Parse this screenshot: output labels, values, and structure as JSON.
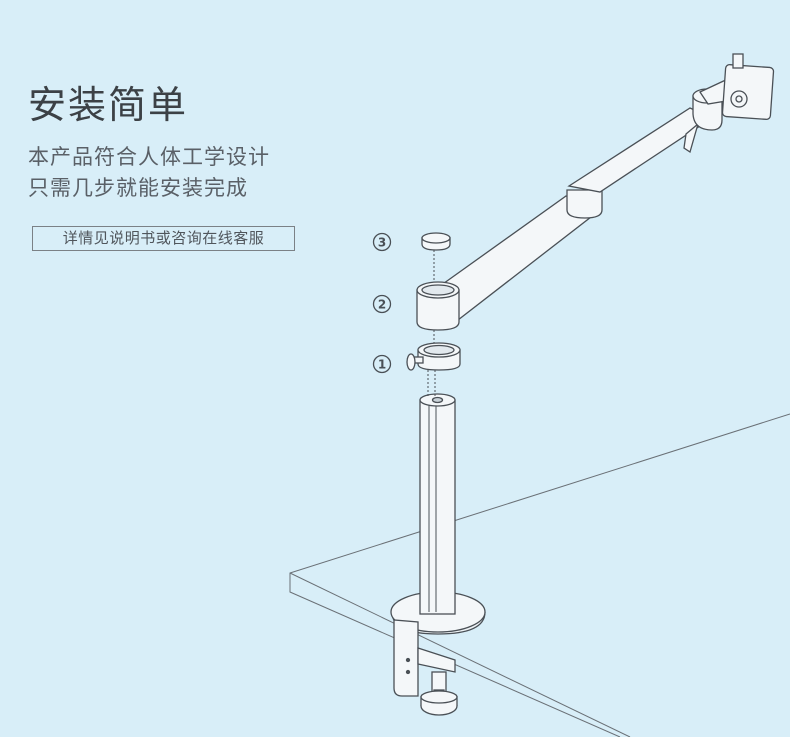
{
  "heading": {
    "title": "安装简单"
  },
  "description": {
    "line1": "本产品符合人体工学设计",
    "line2": "只需几步就能安装完成"
  },
  "cta": {
    "label": "详情见说明书或咨询在线客服"
  },
  "steps": {
    "step1": "1",
    "step2": "2",
    "step3": "3"
  },
  "colors": {
    "background": "#d8eef8",
    "line": "#4a5056",
    "part_fill": "#f4f7f9",
    "text": "#4a4f55"
  },
  "icons": [
    "monitor-mount-arm",
    "pole",
    "desk-clamp"
  ]
}
